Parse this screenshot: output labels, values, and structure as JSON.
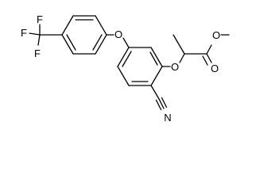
{
  "molecule": {
    "atoms": {
      "f_top": "F",
      "f_left": "F",
      "f_bottom": "F",
      "o_aryl_ether": "O",
      "o_side_ether": "O",
      "o_ester": "O",
      "o_carbonyl": "O",
      "n_nitrile": "N"
    }
  }
}
